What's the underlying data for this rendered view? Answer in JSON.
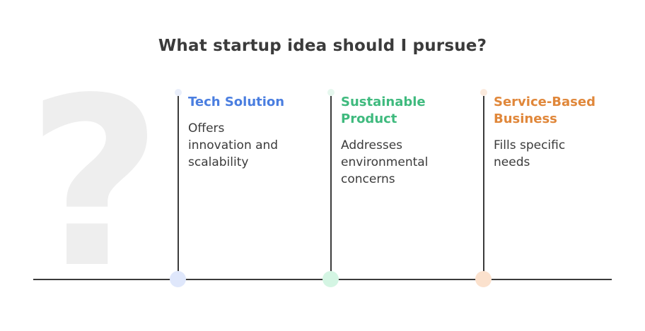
{
  "title": "What startup idea should I pursue?",
  "decoration": {
    "question_mark": "?"
  },
  "options": [
    {
      "title_lines": [
        "Tech Solution"
      ],
      "description_lines": [
        "Offers",
        "innovation and",
        "scalability"
      ],
      "color": "#4a7ee0",
      "dot_light": "#dfe7fb",
      "top_dot": "#e9eefa"
    },
    {
      "title_lines": [
        "Sustainable",
        "Product"
      ],
      "description_lines": [
        "Addresses",
        "environmental",
        "concerns"
      ],
      "color": "#3fba7e",
      "dot_light": "#d4f5e3",
      "top_dot": "#e6f7ee"
    },
    {
      "title_lines": [
        "Service-Based",
        "Business"
      ],
      "description_lines": [
        "Fills specific",
        "needs"
      ],
      "color": "#e0873a",
      "dot_light": "#fbe1cd",
      "top_dot": "#fbeadd"
    }
  ]
}
